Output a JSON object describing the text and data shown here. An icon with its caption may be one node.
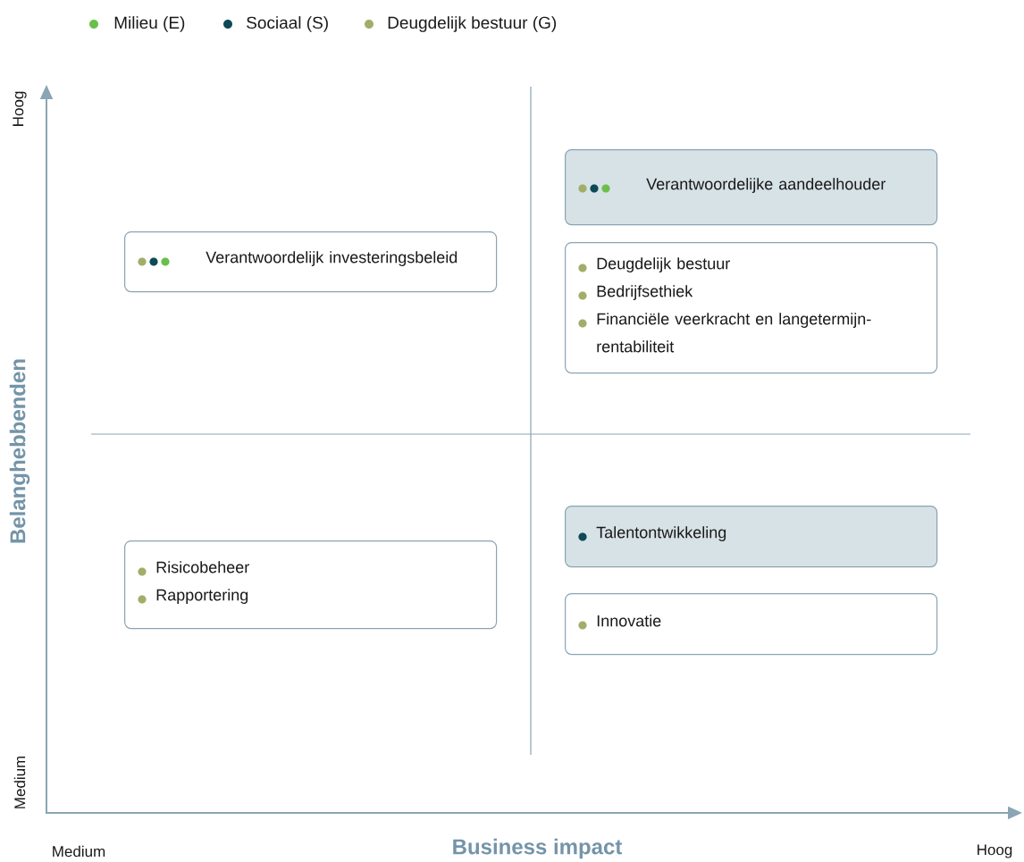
{
  "diagram": {
    "nodes": [
      {
        "text": [
          "Verantwoordelijke aandeelhouder"
        ]
      },
      {
        "text": [
          "Verantwoordelijk investeringsbeleid"
        ]
      },
      {
        "text": [
          "Deugdelijk bestuur",
          "Bedrijfsethiek",
          "Financiële veerkracht en langetermijn-rentabiliteit"
        ]
      },
      {
        "text": [
          "Risicobeheer",
          "Rapportering"
        ]
      },
      {
        "text": [
          "Talentontwikkeling"
        ]
      },
      {
        "text": [
          "Innovatie"
        ]
      }
    ],
    "labels": [
      "Hoog",
      "Belanghebbenden",
      "Medium",
      "Medium",
      "Business impact",
      "Hoog"
    ],
    "legend": [
      {
        "text": "Milieu (E)",
        "color": "#6abf4b"
      },
      {
        "text": "Sociaal (S)",
        "color": "#0d4a55"
      },
      {
        "text": "Deugdelijk bestuur (G)",
        "color": "#a3ad6a"
      }
    ]
  }
}
